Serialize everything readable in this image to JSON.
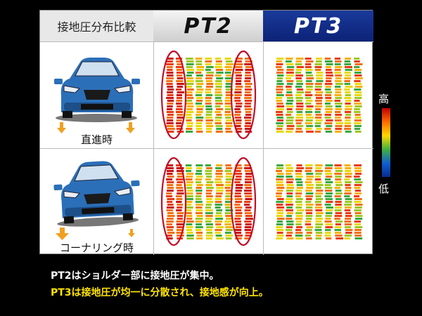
{
  "table": {
    "header_label": "接地圧分布比較",
    "brand_pt2": "PT2",
    "brand_pt3": "PT3",
    "row1_label": "直進時",
    "row2_label": "コーナリング時"
  },
  "legend": {
    "high": "高",
    "low": "低"
  },
  "captions": {
    "line1": "PT2はショルダー部に接地圧が集中。",
    "line2": "PT3は接地圧が均一に分散され、接地感が向上。"
  },
  "colors": {
    "pt3_header": "#0c2277",
    "highlight_circle": "#c0102a",
    "caption_highlight": "#ffe400"
  }
}
